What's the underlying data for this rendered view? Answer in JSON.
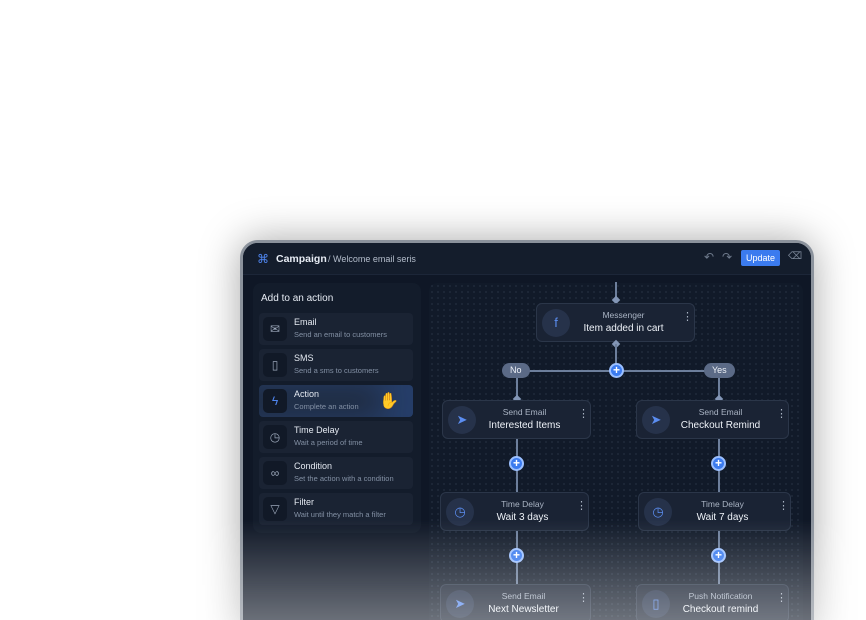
{
  "header": {
    "logo_icon": "workflow-icon",
    "title": "Campaign",
    "breadcrumb": "/ Welcome email seris",
    "undo_icon": "undo-icon",
    "redo_icon": "redo-icon",
    "update_label": "Update",
    "clear_icon": "backspace-icon",
    "accent": "#3b7bef"
  },
  "sidebar": {
    "title": "Add to an action",
    "items": [
      {
        "label": "Email",
        "desc": "Send an email to customers",
        "icon": "mail-icon"
      },
      {
        "label": "SMS",
        "desc": "Send a sms to customers",
        "icon": "phone-icon"
      },
      {
        "label": "Action",
        "desc": "Complete an action",
        "icon": "lightning-icon",
        "active": true
      },
      {
        "label": "Time Delay",
        "desc": "Wait a period of time",
        "icon": "clock-icon"
      },
      {
        "label": "Condition",
        "desc": "Set the action with a condition",
        "icon": "link-icon"
      },
      {
        "label": "Filter",
        "desc": "Wait until they match a filter",
        "icon": "filter-icon"
      }
    ]
  },
  "flow": {
    "trigger": {
      "kind": "Messenger",
      "value": "Item added in cart",
      "icon": "facebook-icon"
    },
    "branch_no": "No",
    "branch_yes": "Yes",
    "left": [
      {
        "kind": "Send Email",
        "value": "Interested Items",
        "icon": "send-icon"
      },
      {
        "kind": "Time Delay",
        "value": "Wait 3 days",
        "icon": "clock-icon"
      },
      {
        "kind": "Send Email",
        "value": "Next Newsletter",
        "icon": "send-icon"
      }
    ],
    "right": [
      {
        "kind": "Send Email",
        "value": "Checkout Remind",
        "icon": "send-icon"
      },
      {
        "kind": "Time Delay",
        "value": "Wait 7 days",
        "icon": "clock-icon"
      },
      {
        "kind": "Push Notification",
        "value": "Checkout remind",
        "icon": "phone-icon"
      }
    ]
  }
}
